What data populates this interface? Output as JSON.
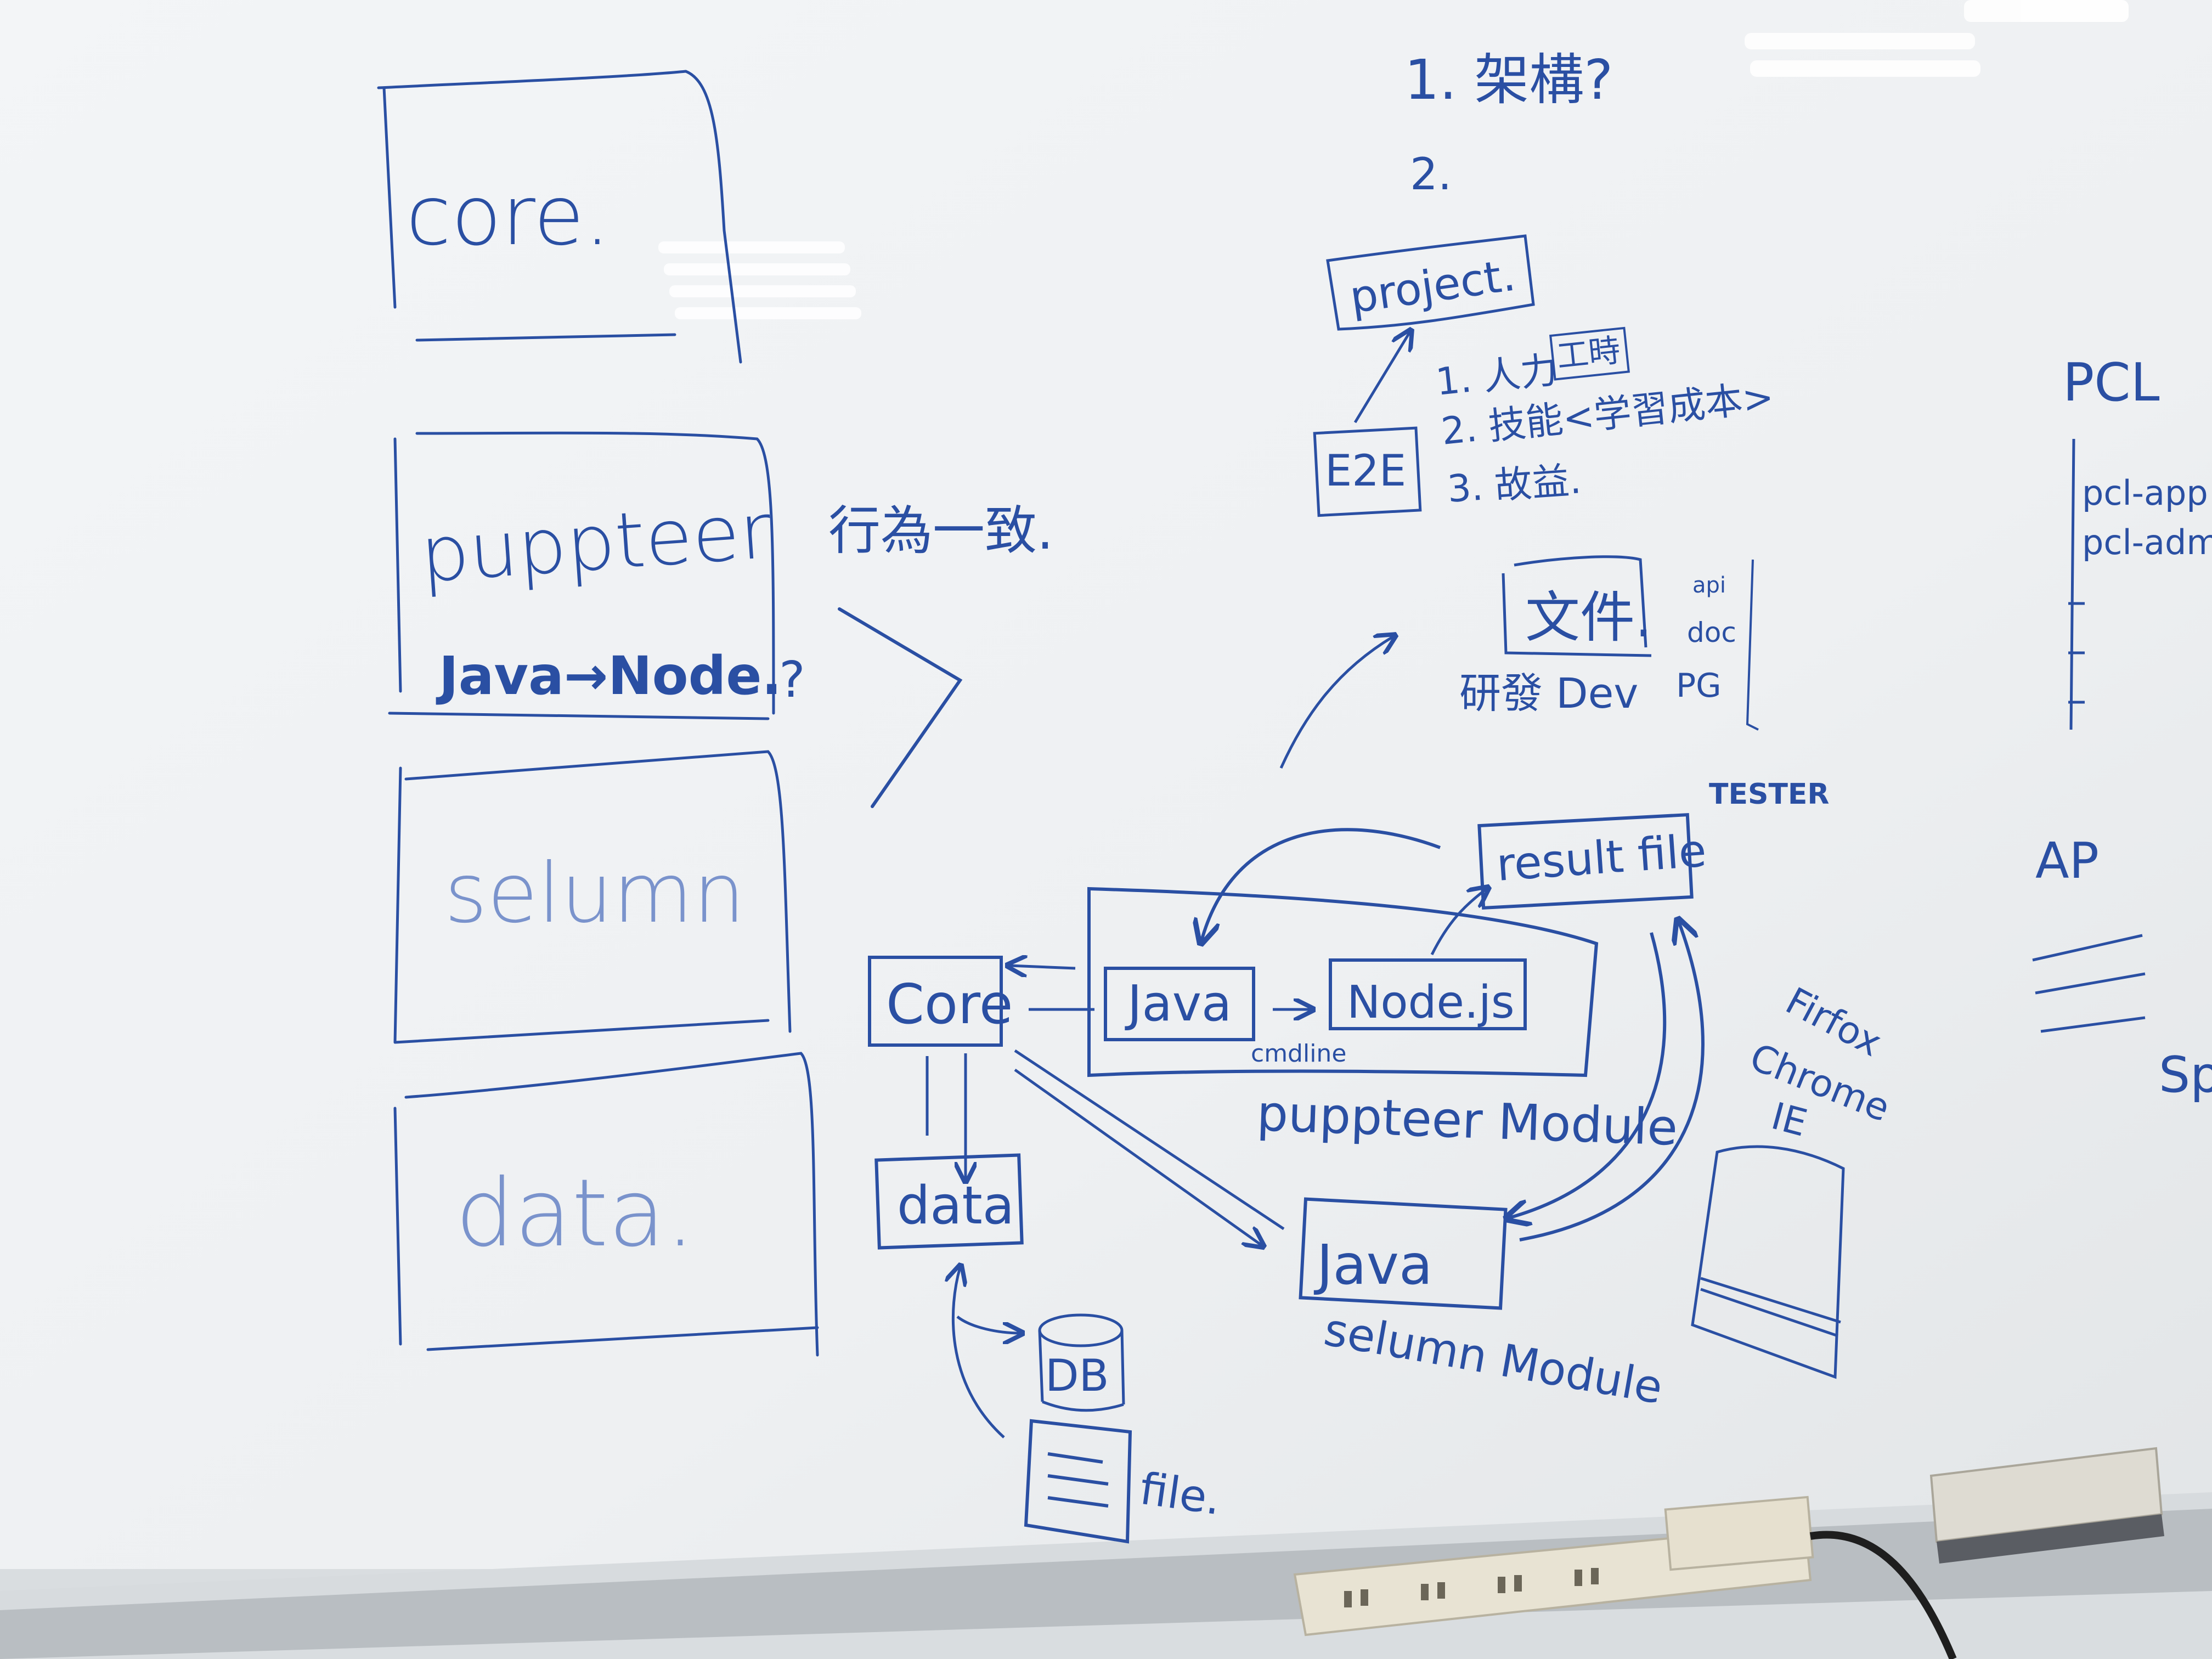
{
  "left_stack": {
    "core": "core.",
    "puppteer": "puppteer",
    "java_node": "Java→Node.",
    "question": "?",
    "selumn": "selumn",
    "data": "data."
  },
  "middle_note": "行為一致.",
  "top_list": {
    "item1": "1. 架構?",
    "item2": "2."
  },
  "project_box": "project.",
  "e2e_box": "E2E",
  "e2e_reasons": [
    "1. 人力",
    "2. 技能<学習成本>",
    "3. 故益."
  ],
  "manpower_tag": "工時",
  "docs": {
    "box": "文件.",
    "dev": "研發 Dev",
    "items": [
      "api",
      "doc",
      "PG"
    ]
  },
  "tester": "TESTER",
  "result_file": "result file",
  "core_box": "Core",
  "data_box": "data",
  "java_box_top": "Java",
  "node_box": "Node.js",
  "cmdline": "cmdline",
  "puppteer_module": "puppteer Module",
  "java_box_bottom": "Java",
  "selumn_module": "selumn Module",
  "db": "DB",
  "file": "file.",
  "browsers": [
    "Firfox",
    "Chrome",
    "IE"
  ],
  "right_edge": {
    "pcl": "PCL",
    "items": [
      "pcl-app",
      "pcl-adm"
    ],
    "ap": "AP",
    "sp": "Sp"
  },
  "colors": {
    "ink": "#2a4fa3",
    "board": "#f2f4f5",
    "tray": "#b9bec2",
    "strip": "#e8e3d3"
  }
}
